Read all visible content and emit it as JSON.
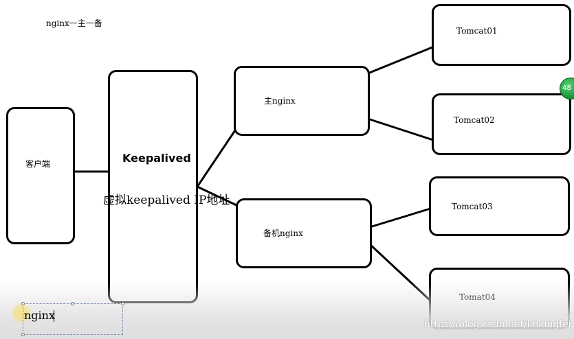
{
  "diagram": {
    "title": "nginx一主一备",
    "client_label": "客户端",
    "keepalived_title": "Keepalived",
    "virtual_ip_label": "虚拟keepalived IP地址",
    "master_label": "主nginx",
    "backup_label": "备机nginx",
    "servers": [
      "Tomcat01",
      "Tomcat02",
      "Tomcat03",
      "Tomat04"
    ]
  },
  "editor": {
    "text_box_value": "nginx"
  },
  "badge": {
    "text": "48"
  },
  "watermark": "https://blog.csdn.net/linkingfei"
}
